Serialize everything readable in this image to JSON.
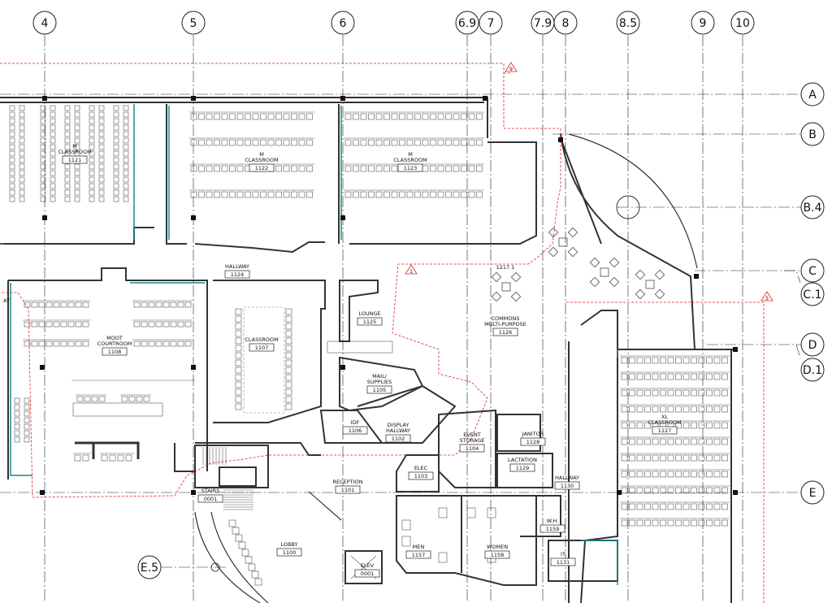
{
  "grid": {
    "columns": [
      "4",
      "5",
      "6",
      "6.9",
      "7",
      "7.9",
      "8",
      "8.5",
      "9",
      "10"
    ],
    "rows": [
      "A",
      "B",
      "B.4",
      "C",
      "C.1",
      "D",
      "D.1",
      "E"
    ],
    "extra": [
      "E.5"
    ]
  },
  "rooms": [
    {
      "name": "M\nCLASSROOM",
      "number": "1121"
    },
    {
      "name": "M\nCLASSROOM",
      "number": "1122"
    },
    {
      "name": "M\nCLASSROOM",
      "number": "1123"
    },
    {
      "name": "HALLWAY",
      "number": "1124"
    },
    {
      "name": "MOOT\nCOURTROOM",
      "number": "1108"
    },
    {
      "name": "CLASSROOM",
      "number": "1107"
    },
    {
      "name": "LOUNGE",
      "number": "1125"
    },
    {
      "name": "COMMONS\nMULTI-PURPOSE",
      "number": "1126"
    },
    {
      "name": "MAIL/\nSUPPLIES",
      "number": "1105"
    },
    {
      "name": "IDF",
      "number": "1106"
    },
    {
      "name": "DISPLAY\nHALLWAY",
      "number": "1102"
    },
    {
      "name": "EVENT\nSTORAGE",
      "number": "1104"
    },
    {
      "name": "JANITOR",
      "number": "1128"
    },
    {
      "name": "LACTATION",
      "number": "1129"
    },
    {
      "name": "ELEC",
      "number": "1103"
    },
    {
      "name": "RECEPTION",
      "number": "1101"
    },
    {
      "name": "STAIRS",
      "number": "0001"
    },
    {
      "name": "LOBBY",
      "number": "1100"
    },
    {
      "name": "ELEV",
      "number": "0001"
    },
    {
      "name": "MEN",
      "number": "1157"
    },
    {
      "name": "WOMEN",
      "number": "1158"
    },
    {
      "name": "W.H.",
      "number": "1159"
    },
    {
      "name": "IT",
      "number": "1131"
    },
    {
      "name": "HALLWAY",
      "number": "1130"
    },
    {
      "name": "XL\nCLASSROOM",
      "number": "1127"
    }
  ],
  "revision_tags": [
    "9",
    "1",
    "5"
  ],
  "seating_tag": "1217.1",
  "partial_label": "AY"
}
